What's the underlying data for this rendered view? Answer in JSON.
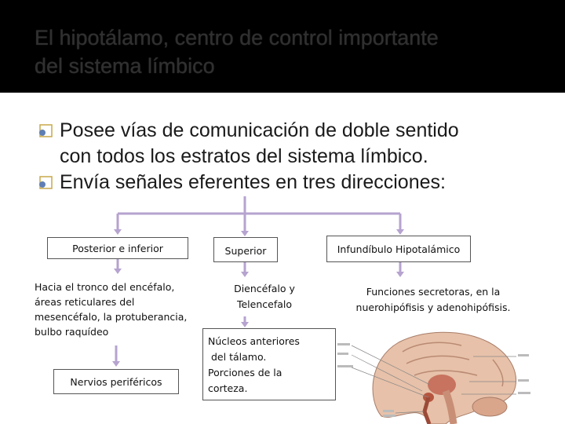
{
  "slide": {
    "title_line1": "El hipotálamo, centro de control importante",
    "title_line2": "del sistema límbico",
    "bullets": [
      {
        "line1": "Posee vías de comunicación de doble sentido",
        "line2": "con todos los estratos del sistema límbico."
      },
      {
        "line1": "Envía señales eferentes en tres direcciones:"
      }
    ]
  },
  "diagram": {
    "col1": {
      "heading": "Posterior e inferior",
      "detail": [
        "Hacia el tronco del encéfalo,",
        "áreas reticulares del",
        "mesencéfalo, la protuberancia,",
        "bulbo raquídeo"
      ],
      "leaf": "Nervios periféricos"
    },
    "col2": {
      "heading": "Superior",
      "detail": [
        "Diencéfalo y",
        "Telencefalo"
      ],
      "leaf": [
        "Núcleos anteriores",
        "del tálamo.",
        "Porciones de la",
        "corteza."
      ]
    },
    "col3": {
      "heading": "Infundíbulo Hipotalámico",
      "detail": [
        "Funciones secretoras, en la",
        "nuerohipófisis y adenohipófisis."
      ]
    }
  },
  "colors": {
    "title_bar": "#000000",
    "arrow": "#b6a3cf",
    "box_border": "#555555"
  }
}
